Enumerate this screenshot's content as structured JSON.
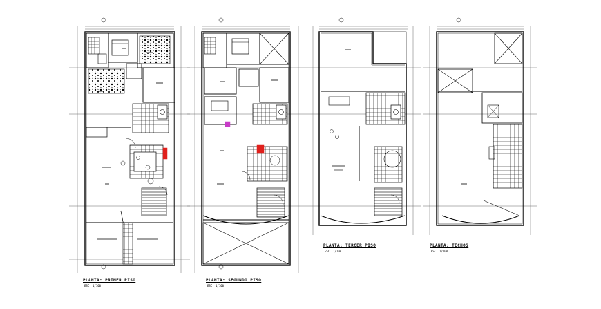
{
  "drawing": {
    "plans": [
      {
        "id": "primer-piso",
        "title": "PLANTA: PRIMER PISO",
        "scale": "ESC. 1/100"
      },
      {
        "id": "segundo-piso",
        "title": "PLANTA: SEGUNDO PISO",
        "scale": "ESC. 1/100"
      },
      {
        "id": "tercer-piso",
        "title": "PLANTA: TERCER PISO",
        "scale": "ESC. 1/100"
      },
      {
        "id": "techos",
        "title": "PLANTA: TECHOS",
        "scale": "ESC. 1/100"
      }
    ],
    "colors": {
      "line": "#000000",
      "grid_line": "#555555",
      "accent_red": "#e0201c",
      "accent_magenta": "#c83cc8",
      "background": "#ffffff"
    }
  }
}
